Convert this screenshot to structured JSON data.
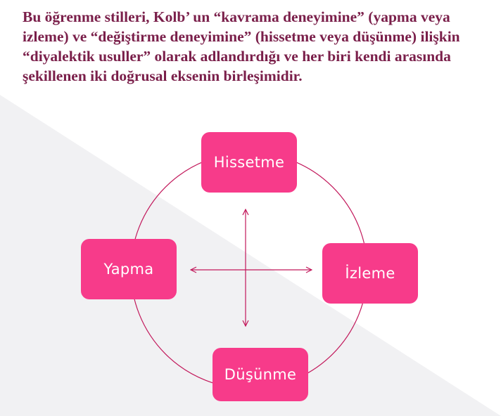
{
  "body_text": "Bu öğrenme stilleri, Kolb’ un “kavrama deneyimine” (yapma veya izleme) ve “değiştirme deneyimine” (hissetme veya düşünme) ilişkin “diyalektik usuller” olarak adlandırdığı ve her biri kendi arasında şekillenen iki doğrusal eksenin birleşimidir.",
  "nodes": {
    "top": "Hissetme",
    "left": "Yapma",
    "right": "İzleme",
    "bottom": "Düşünme"
  },
  "colors": {
    "text": "#7a1f4a",
    "node_fill": "#f73b8a",
    "line": "#c2185b"
  }
}
